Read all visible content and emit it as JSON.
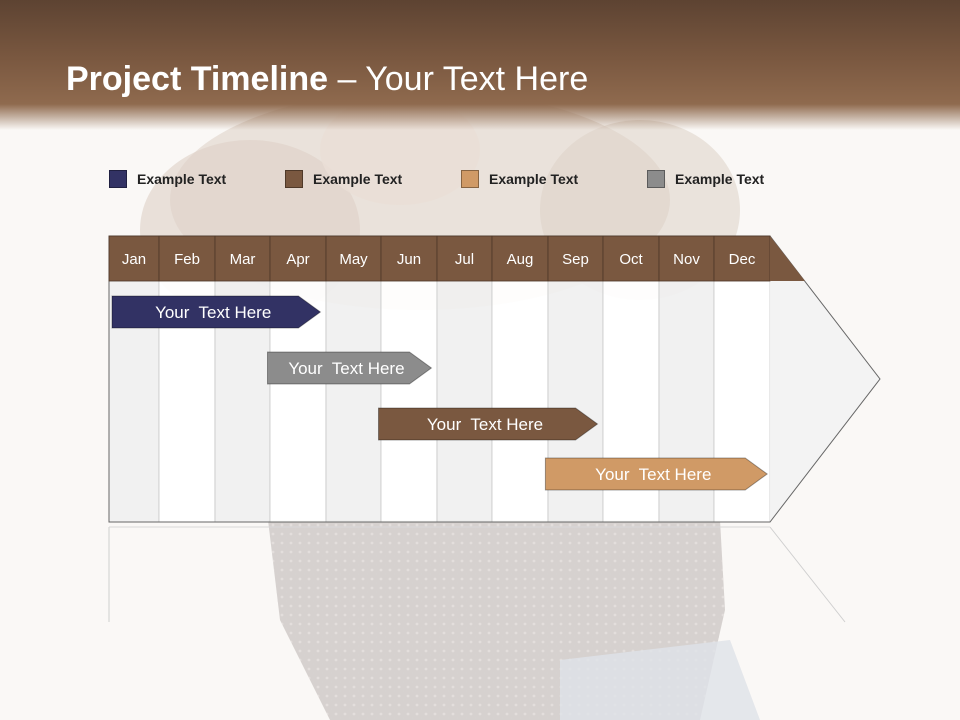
{
  "title": {
    "bold": "Project Timeline",
    "rest": " – Your Text Here"
  },
  "legend": [
    {
      "label": "Example Text",
      "color": "#323264"
    },
    {
      "label": "Example Text",
      "color": "#7a5840"
    },
    {
      "label": "Example Text",
      "color": "#d09a66"
    },
    {
      "label": "Example Text",
      "color": "#8c8c8c"
    }
  ],
  "months": [
    "Jan",
    "Feb",
    "Mar",
    "Apr",
    "May",
    "Jun",
    "Jul",
    "Aug",
    "Sep",
    "Oct",
    "Nov",
    "Dec"
  ],
  "tasks": [
    {
      "label": "Your  Text Here",
      "color": "#323264",
      "start_month": 0,
      "end_month": 3.9
    },
    {
      "label": "Your  Text Here",
      "color": "#8c8c8c",
      "start_month": 2.9,
      "end_month": 5.9
    },
    {
      "label": "Your  Text Here",
      "color": "#7a5840",
      "start_month": 4.9,
      "end_month": 8.9
    },
    {
      "label": "Your  Text Here",
      "color": "#d09a66",
      "start_month": 7.9,
      "end_month": 11.95
    }
  ],
  "colors": {
    "header_brown": "#7a5840",
    "month_header": "#7a5840"
  }
}
